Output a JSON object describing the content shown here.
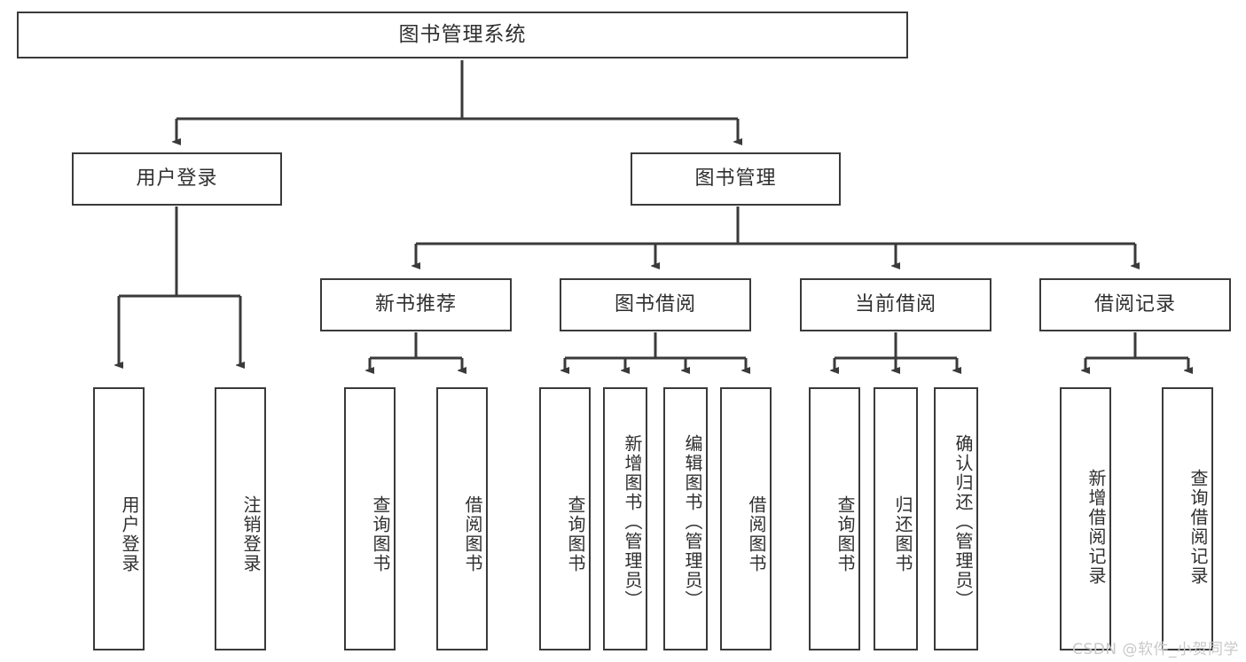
{
  "diagram": {
    "title": "图书管理系统",
    "watermark": "CSDN @软件_小贺同学",
    "colors": {
      "border": "#3a3a3a",
      "text": "#2f2f2f",
      "background": "#ffffff",
      "connector": "#3a3a3a",
      "watermark": "#c9c9c9"
    },
    "root": {
      "label": "图书管理系统"
    },
    "level2": [
      {
        "label": "用户登录"
      },
      {
        "label": "图书管理"
      }
    ],
    "level3": [
      {
        "label": "新书推荐"
      },
      {
        "label": "图书借阅"
      },
      {
        "label": "当前借阅"
      },
      {
        "label": "借阅记录"
      }
    ],
    "leaves": {
      "user_login": [
        {
          "label": "用户登录"
        },
        {
          "label": "注销登录"
        }
      ],
      "new_book": [
        {
          "label": "查询图书"
        },
        {
          "label": "借阅图书"
        }
      ],
      "book_borrow": [
        {
          "label": "查询图书"
        },
        {
          "label": "新增图书（管理员）"
        },
        {
          "label": "编辑图书（管理员）"
        },
        {
          "label": "借阅图书"
        }
      ],
      "current_borrow": [
        {
          "label": "查询图书"
        },
        {
          "label": "归还图书"
        },
        {
          "label": "确认归还（管理员）"
        }
      ],
      "borrow_record": [
        {
          "label": "新增借阅记录"
        },
        {
          "label": "查询借阅记录"
        }
      ]
    }
  }
}
